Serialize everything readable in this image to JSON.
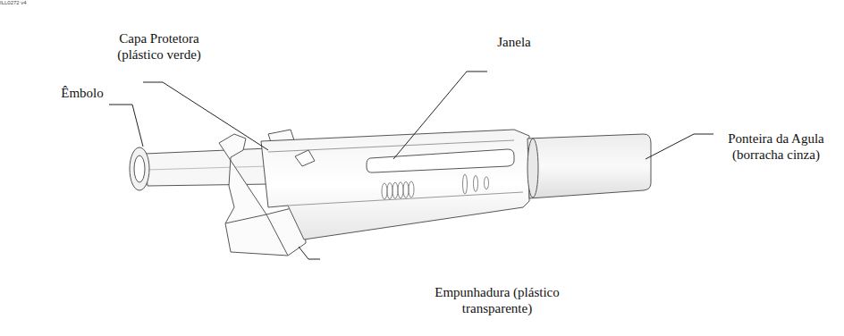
{
  "diagram": {
    "labels": [
      "Êmbolo",
      "Capa Protetora (plástico verde)",
      "Janela",
      "Ponteira da Agula (borracha cinza)",
      "Empunhadura (plástico transparente)",
      "ILL0272 v4"
    ]
  }
}
